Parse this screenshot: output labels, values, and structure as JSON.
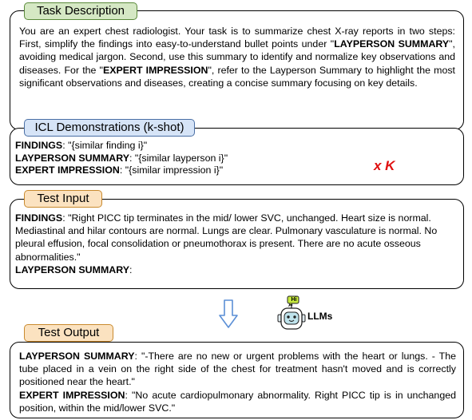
{
  "task_description": {
    "tag": "Task Description",
    "text_1": "You are an expert chest radiologist. Your task is to summarize chest X-ray reports in two steps: First, simplify the findings into easy-to-understand bullet points under \"",
    "bold_1": "LAYPERSON SUMMARY",
    "text_2": "\", avoiding medical jargon. Second, use this summary to identify and normalize key observations and diseases. For the \"",
    "bold_2": "EXPERT IMPRESSION",
    "text_3": "\", refer to the Layperson Summary to highlight the most significant observations and diseases, creating a concise summary focusing on key details."
  },
  "icl": {
    "tag": "ICL Demonstrations (k-shot)",
    "rows": [
      {
        "key": "FINDINGS",
        "value": ": \"{similar finding i}\""
      },
      {
        "key": "LAYPERSON SUMMARY",
        "value": ": \"{similar layperson i}\""
      },
      {
        "key": "EXPERT IMPRESSION",
        "value": ": \"{similar impression i}\""
      }
    ],
    "multiplier": "x K"
  },
  "test_input": {
    "tag": "Test Input",
    "findings_key": "FINDINGS",
    "findings_value": ": \"Right PICC tip terminates in the mid/ lower SVC, unchanged. Heart size is normal. Mediastinal and hilar contours are normal. Lungs are clear. Pulmonary vasculature is normal. No pleural effusion, focal consolidation or pneumothorax is present. There are no acute osseous abnormalities.\"",
    "layperson_key": "LAYPERSON SUMMARY",
    "layperson_value": ":"
  },
  "llm": {
    "label": "LLMs",
    "bubble": "Hi"
  },
  "test_output": {
    "tag": "Test Output",
    "layperson_key": "LAYPERSON SUMMARY",
    "layperson_value": ": \"-There are no new or urgent problems with the heart or lungs. - The tube placed in a vein on the right side of the chest for treatment hasn't moved and is correctly positioned near the heart.\"",
    "expert_key": "EXPERT IMPRESSION",
    "expert_value": ": \"No acute cardiopulmonary abnormality. Right PICC tip is in unchanged position, within the mid/lower SVC.\""
  },
  "colors": {
    "task_tag": "#d5e8c4",
    "icl_tag": "#d6e4f7",
    "input_tag": "#fbe2c0",
    "output_tag": "#fbe2c0",
    "accent_red": "#e01010",
    "arrow": "#5b8fd6"
  }
}
